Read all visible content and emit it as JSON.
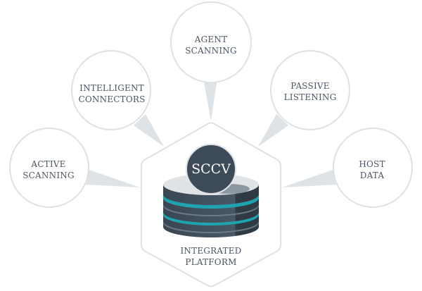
{
  "center": {
    "badge": "SCCV",
    "line1": "INTEGRATED",
    "line2": "PLATFORM"
  },
  "nodes": {
    "agent": {
      "line1": "AGENT",
      "line2": "SCANNING"
    },
    "intelligent": {
      "line1": "INTELLIGENT",
      "line2": "CONNECTORS"
    },
    "passive": {
      "line1": "PASSIVE",
      "line2": "LISTENING"
    },
    "active": {
      "line1": "ACTIVE",
      "line2": "SCANNING"
    },
    "host": {
      "line1": "HOST",
      "line2": "DATA"
    }
  },
  "colors": {
    "outline": "#dde2e5",
    "text": "#4b5563",
    "teal": "#1fa3b0",
    "dark": "#3d4a57"
  }
}
